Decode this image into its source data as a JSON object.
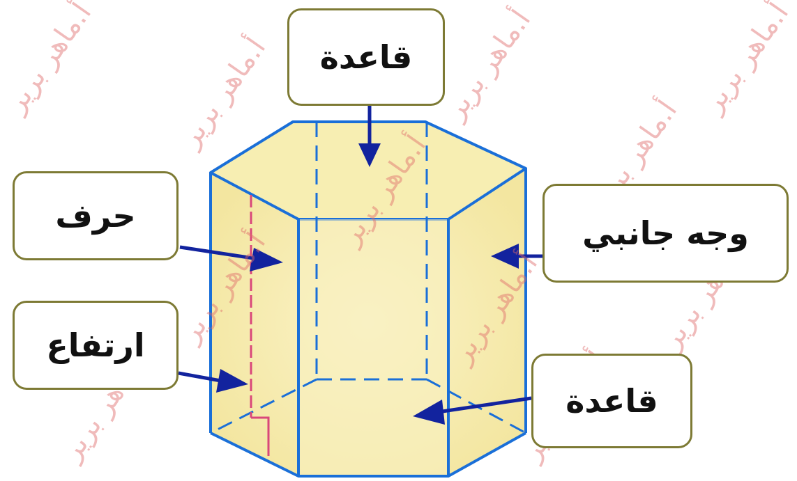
{
  "labels": {
    "top_base": "قاعدة",
    "edge": "حرف",
    "lateral_face": "وجه جانبي",
    "height": "ارتفاع",
    "bottom_base": "قاعدة"
  },
  "watermark": "أ.ماهر برير",
  "colors": {
    "face_fill": "#f7eeb2",
    "edge_stroke": "#1a6fd8",
    "arrow": "#12239e",
    "height_line": "#d9477a",
    "box_border": "#7d7a34"
  }
}
